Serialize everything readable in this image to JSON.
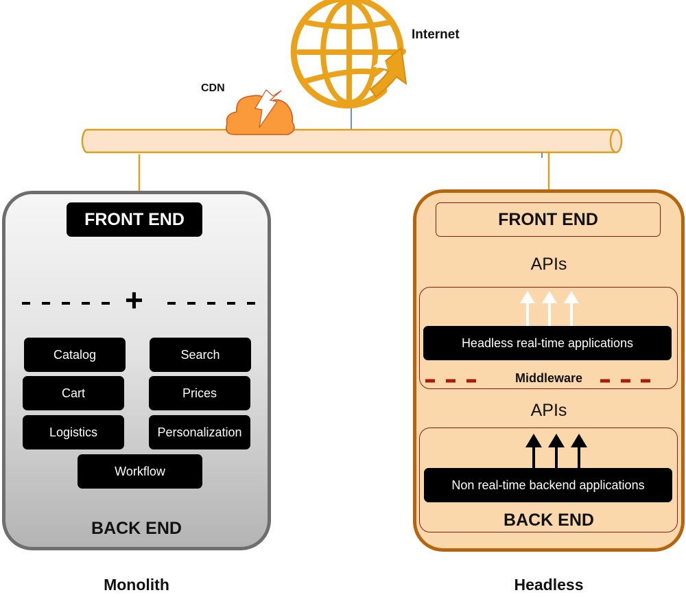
{
  "network": {
    "internet_label": "Internet",
    "cdn_label": "CDN"
  },
  "colors": {
    "globe": "#eba21b",
    "cdn_cloud": "#fb9a38",
    "pipe_fill": "#fde3c9",
    "pipe_stroke": "#d9a021",
    "monolith_border": "#6e6e6e",
    "headless_border": "#b5650d",
    "headless_fill": "#fad8ab",
    "middleware_dash": "#a51d12"
  },
  "monolith": {
    "front_end_label": "FRONT END",
    "separator_symbol": "+",
    "services": [
      "Catalog",
      "Search",
      "Cart",
      "Prices",
      "Logistics",
      "Personalization",
      "Workflow"
    ],
    "back_end_label": "BACK END",
    "caption": "Monolith"
  },
  "headless": {
    "front_end_label": "FRONT END",
    "apis_top_label": "APIs",
    "realtime_apps_label": "Headless real-time applications",
    "middleware_label": "Middleware",
    "apis_bottom_label": "APIs",
    "backend_apps_label": "Non real-time backend applications",
    "back_end_label": "BACK END",
    "caption": "Headless"
  }
}
